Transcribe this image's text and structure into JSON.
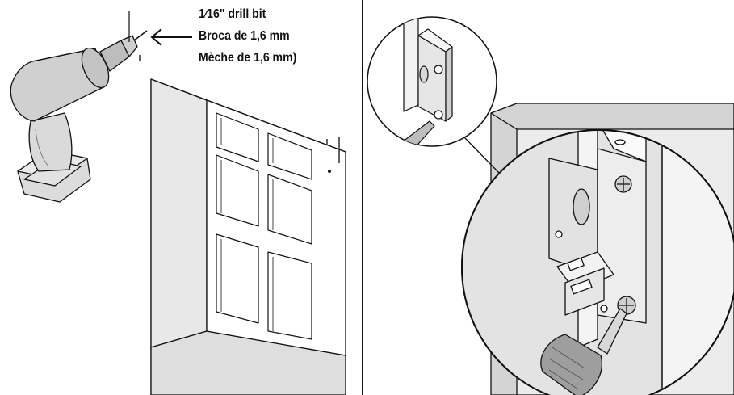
{
  "drill_callout": {
    "line1": "1⁄16\" drill bit",
    "line2": "Broca de 1,6 mm",
    "line3": "Mèche de 1,6 mm)"
  },
  "colors": {
    "stroke": "#111111",
    "wall_fill": "#d4d4d4",
    "light_fill": "#e6e6e6",
    "white": "#ffffff"
  },
  "icons": {
    "drill": "cordless-drill-icon",
    "arrow": "left-arrow-icon",
    "window": "window-frame-icon",
    "bracket": "mounting-bracket-icon",
    "screwdriver": "screwdriver-icon",
    "magnifier": "magnified-detail-circle"
  }
}
